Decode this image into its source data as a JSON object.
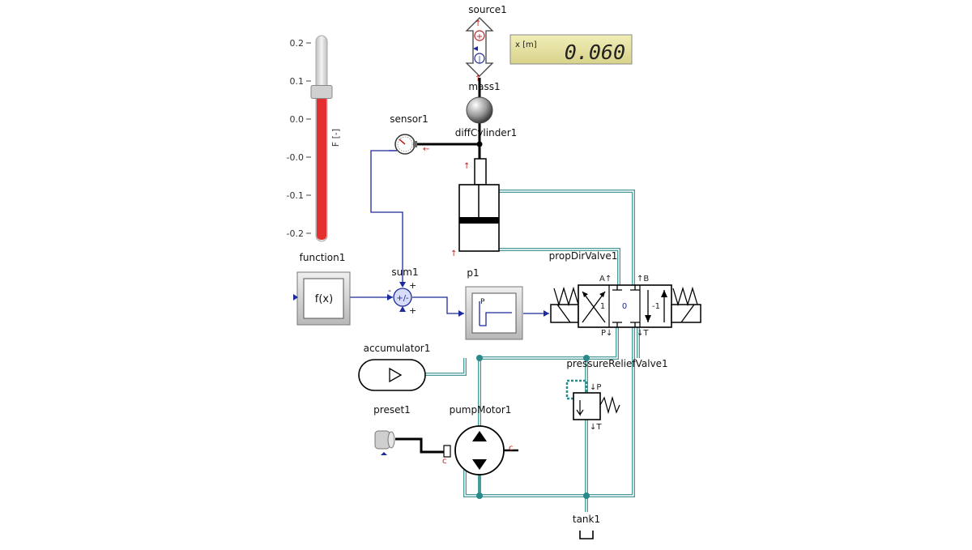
{
  "labels": {
    "source": "source1",
    "mass": "mass1",
    "sensor": "sensor1",
    "cylinder": "diffCylinder1",
    "function": "function1",
    "sum": "sum1",
    "p": "p1",
    "valve": "propDirValve1",
    "accumulator": "accumulator1",
    "relief": "pressureReliefValve1",
    "preset": "preset1",
    "pump": "pumpMotor1",
    "tank": "tank1"
  },
  "display": {
    "label": "x [m]",
    "value": "0.060"
  },
  "slider": {
    "axis_label": "F [-]",
    "ticks": [
      "0.2",
      "0.1",
      "0.0",
      "-0.0",
      "-0.1",
      "-0.2"
    ],
    "value_fraction": 0.27,
    "fill_color": "#e53030"
  },
  "function_text": "f(x)",
  "valve_ports": {
    "a": "A",
    "b": "B",
    "p": "P",
    "t": "T",
    "pos_left": "1",
    "pos_mid": "0",
    "pos_right": "-1"
  },
  "relief_ports": {
    "p": "P",
    "t": "T"
  },
  "p1_symbol": "P",
  "colors": {
    "hydraulic": "#4a9a9a",
    "signal": "#1c2a9c",
    "slider": "#e53030",
    "display_bg": "#e8e4a0"
  }
}
